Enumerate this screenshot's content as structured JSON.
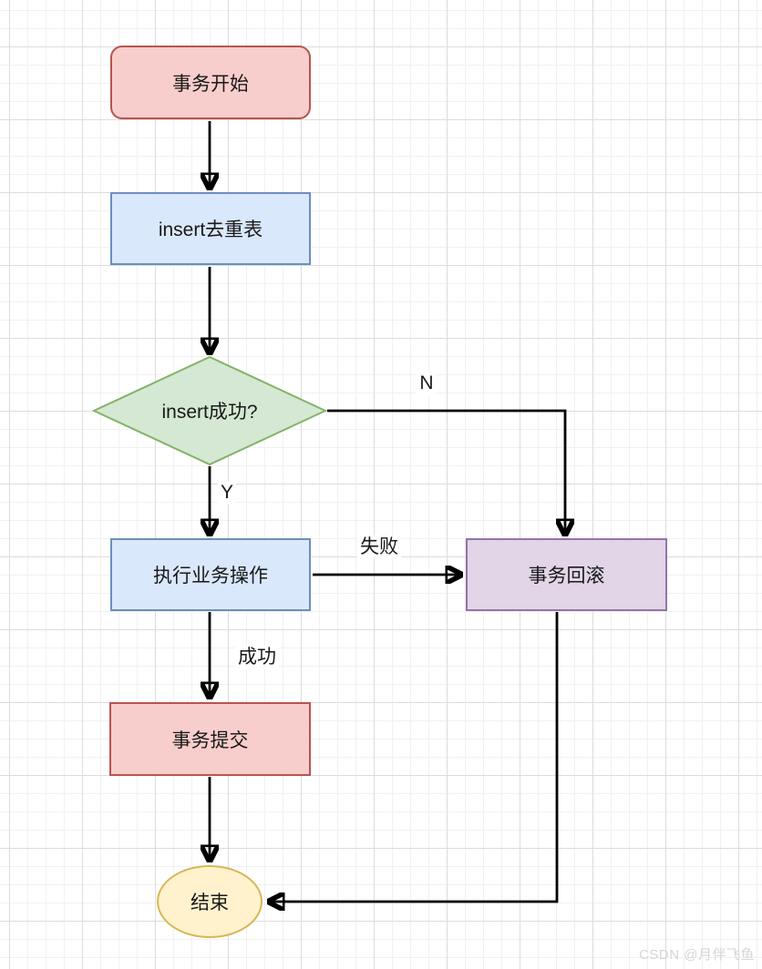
{
  "diagram": {
    "type": "flowchart",
    "nodes": [
      {
        "id": "start",
        "shape": "rounded-rectangle",
        "label": "事务开始",
        "fill": "#f8cecc",
        "border": "#b85450"
      },
      {
        "id": "insert_dedup",
        "shape": "rectangle",
        "label": "insert去重表",
        "fill": "#dae8fc",
        "border": "#6c8ebf"
      },
      {
        "id": "decision",
        "shape": "diamond",
        "label": "insert成功?",
        "fill": "#d5e8d4",
        "border": "#82b366"
      },
      {
        "id": "execute",
        "shape": "rectangle",
        "label": "执行业务操作",
        "fill": "#dae8fc",
        "border": "#6c8ebf"
      },
      {
        "id": "rollback",
        "shape": "rectangle",
        "label": "事务回滚",
        "fill": "#e1d5e7",
        "border": "#9673a6"
      },
      {
        "id": "commit",
        "shape": "rectangle",
        "label": "事务提交",
        "fill": "#f8cecc",
        "border": "#b85450"
      },
      {
        "id": "end",
        "shape": "ellipse",
        "label": "结束",
        "fill": "#fff2cc",
        "border": "#d6b656"
      }
    ],
    "edges": [
      {
        "from": "start",
        "to": "insert_dedup",
        "label": ""
      },
      {
        "from": "insert_dedup",
        "to": "decision",
        "label": ""
      },
      {
        "from": "decision",
        "to": "rollback",
        "label": "N"
      },
      {
        "from": "decision",
        "to": "execute",
        "label": "Y"
      },
      {
        "from": "execute",
        "to": "rollback",
        "label": "失败"
      },
      {
        "from": "execute",
        "to": "commit",
        "label": "成功"
      },
      {
        "from": "commit",
        "to": "end",
        "label": ""
      },
      {
        "from": "rollback",
        "to": "end",
        "label": ""
      }
    ],
    "edge_color": "#000000"
  },
  "watermark": "CSDN @月伴飞鱼"
}
